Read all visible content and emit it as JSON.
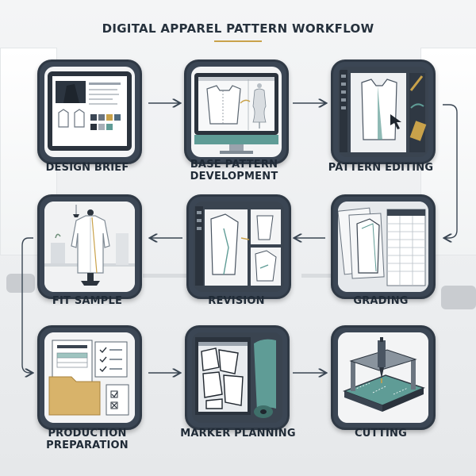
{
  "title": "DIGITAL APPAREL PATTERN WORKFLOW",
  "steps": [
    {
      "label": "DESIGN BRIEF"
    },
    {
      "label_line1": "BASE PATTERN",
      "label_line2": "DEVELOPMENT"
    },
    {
      "label": "PATTERN EDITING"
    },
    {
      "label": "GRADING"
    },
    {
      "label": "REVISION"
    },
    {
      "label": "FIT SAMPLE"
    },
    {
      "label_line1": "PRODUCTION",
      "label_line2": "PREPARATION"
    },
    {
      "label": "MARKER PLANNING"
    },
    {
      "label": "CUTTING"
    }
  ],
  "colors": {
    "tile_border": "#2f3945",
    "teal": "#5f9c96",
    "accent_gold": "#c9a24a",
    "arrow": "#3a4653"
  },
  "icons": [
    "tablet-icon",
    "monitor-icon",
    "cad-screen-icon",
    "grading-sheets-icon",
    "revision-screen-icon",
    "dress-form-icon",
    "folder-documents-icon",
    "marker-screen-icon",
    "cutting-machine-icon"
  ]
}
